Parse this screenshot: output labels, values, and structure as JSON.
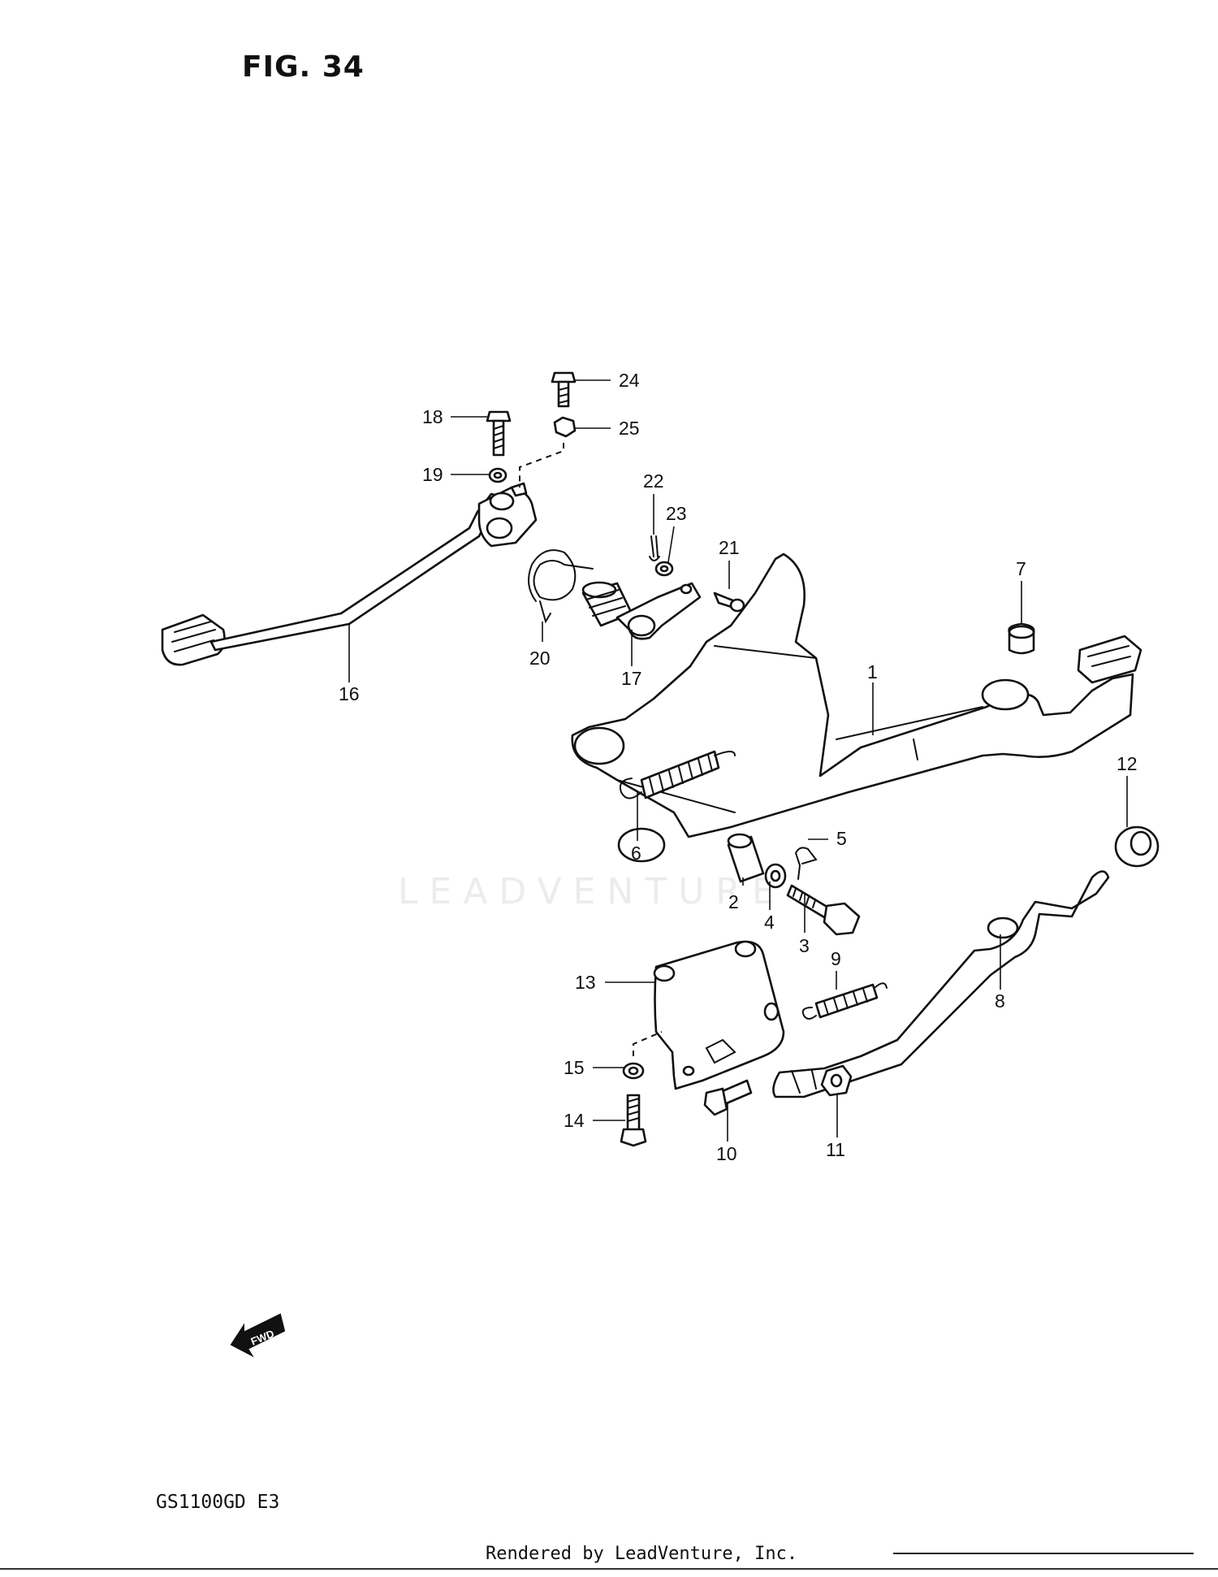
{
  "figure": {
    "title": "FIG. 34"
  },
  "watermark": "LEADVENTURE",
  "model_code": "GS1100GD E3",
  "footer": "Rendered by LeadVenture, Inc.",
  "fwd_icon_label": "FWD",
  "callouts": [
    "1",
    "2",
    "3",
    "4",
    "5",
    "6",
    "7",
    "8",
    "9",
    "10",
    "11",
    "12",
    "13",
    "14",
    "15",
    "16",
    "17",
    "18",
    "19",
    "20",
    "21",
    "22",
    "23",
    "24",
    "25"
  ]
}
